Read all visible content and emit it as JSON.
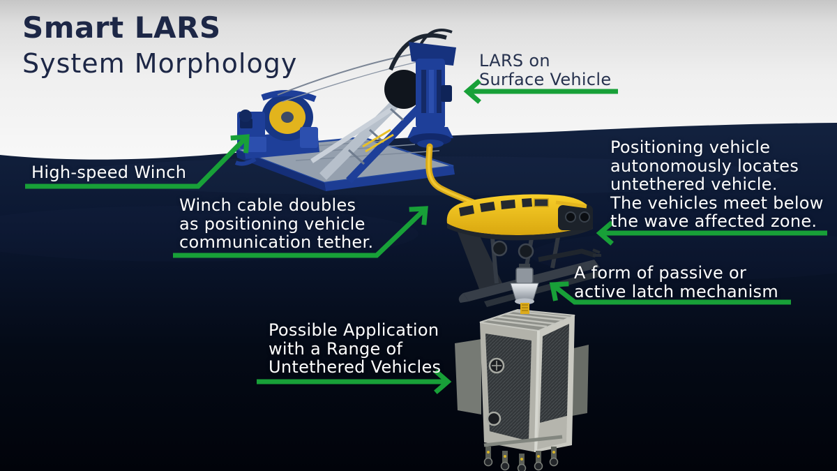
{
  "title": {
    "line1": "Smart LARS",
    "line2": "System Morphology"
  },
  "annotations": {
    "lars_on_surface": {
      "text": "LARS on\nSurface Vehicle",
      "arrow": "points-left-at-lars-head"
    },
    "high_speed_winch": {
      "text": "High-speed Winch",
      "arrow": "points-up-right-at-winch"
    },
    "winch_cable": {
      "text": "Winch cable doubles\nas positioning vehicle\ncommunication tether.",
      "arrow": "points-up-right-at-tether"
    },
    "positioning_vehicle": {
      "text": "Positioning vehicle\nautonomously locates\nuntethered vehicle.\nThe vehicles meet below\nthe wave affected zone.",
      "arrow": "points-left-at-rov"
    },
    "latch_mechanism": {
      "text": "A form of passive or\nactive latch mechanism",
      "arrow": "points-up-left-at-latch"
    },
    "possible_application": {
      "text": "Possible Application\nwith a Range of\nUntethered Vehicles",
      "arrow": "points-right-at-payload"
    }
  },
  "scene": {
    "objects": [
      "lars-crane-on-surface-vessel",
      "high-speed-winch-drum",
      "yellow-tether-cable",
      "yellow-positioning-rov",
      "latch-mechanism",
      "grey-payload-container-with-thrusters"
    ],
    "environment": {
      "above_water": "light-grey-sky",
      "below_water": "dark-navy-ocean"
    }
  },
  "colors": {
    "arrow_green": "#18A038",
    "title_navy": "#1D2746",
    "ocean_top": "#13223F",
    "ocean_bottom": "#01030A",
    "tether_yellow": "#E2B01C",
    "rov_yellow": "#F2C01E",
    "machine_blue": "#1E3F99",
    "label_text": "#FFFFFF"
  }
}
